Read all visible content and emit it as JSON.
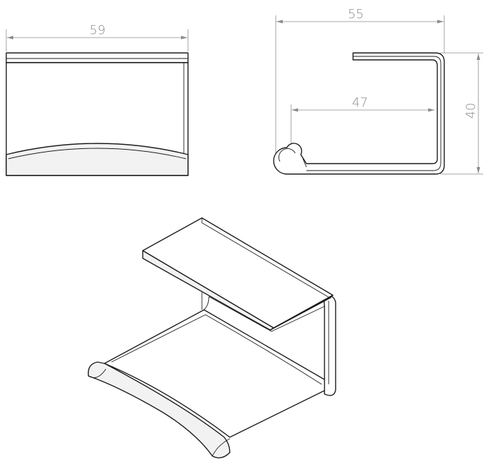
{
  "colors": {
    "outline": "#1a1a1a",
    "dimension": "#8a8a8a",
    "fill": "#ffffff",
    "shade": "#f2f2f2"
  },
  "dimensions": {
    "width": "59",
    "overall_length": "55",
    "inner_length": "47",
    "height": "40"
  }
}
